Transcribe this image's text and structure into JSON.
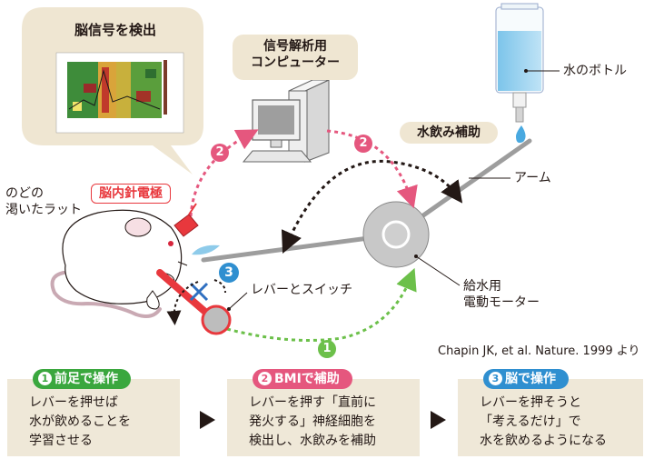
{
  "labels": {
    "brain_signal": "脳信号を検出",
    "computer": "信号解析用\nコンピューター",
    "water_bottle": "水のボトル",
    "water_assist": "水飲み補助",
    "arm": "アーム",
    "thirsty_rat": "のどの\n渇いたラット",
    "electrode": "脳内針電極",
    "lever_switch": "レバーとスイッチ",
    "motor": "給水用\n電動モーター",
    "citation": "Chapin JK, et al. Nature. 1999 より"
  },
  "markers": {
    "one": "1",
    "two": "2",
    "three": "3"
  },
  "steps": [
    {
      "num": "1",
      "title": "前足で操作",
      "text": "レバーを押せば\n水が飲めることを\n学習させる",
      "color": "#3aa73e"
    },
    {
      "num": "2",
      "title": "BMIで補助",
      "text": "レバーを押す「直前に\n発火する」神経細胞を\n検出し、水飲みを補助",
      "color": "#e5577e"
    },
    {
      "num": "3",
      "title": "脳で操作",
      "text": "レバーを押そうと\n「考えるだけ」で\n水を飲めるようになる",
      "color": "#2f8fd0"
    }
  ],
  "colors": {
    "pink": "#e5577e",
    "green": "#6cc04a",
    "blue": "#2f8fd0",
    "red": "#e8383d",
    "beige": "#efe8d8"
  }
}
